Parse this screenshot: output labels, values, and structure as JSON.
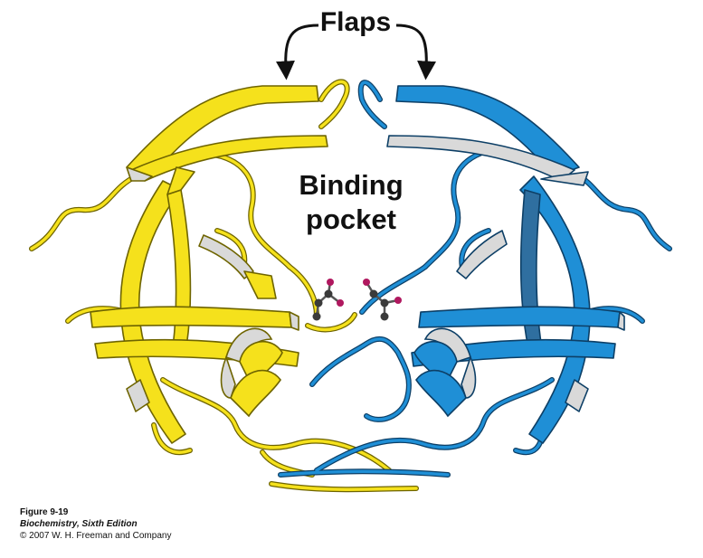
{
  "diagram": {
    "flaps_label": "Flaps",
    "binding_label_line1": "Binding",
    "binding_label_line2": "pocket"
  },
  "caption": {
    "figure": "Figure 9-19",
    "book": "Biochemistry, Sixth Edition",
    "copyright": "© 2007 W. H. Freeman and Company"
  },
  "colors": {
    "left_chain": "#f5e11c",
    "left_chain_edge": "#6e6400",
    "right_chain": "#1f8fd6",
    "right_chain_edge": "#0d3f66",
    "sheet_side": "#d9d9d9",
    "atom_carbon": "#3a3a3a",
    "atom_oxygen": "#b0185f"
  }
}
